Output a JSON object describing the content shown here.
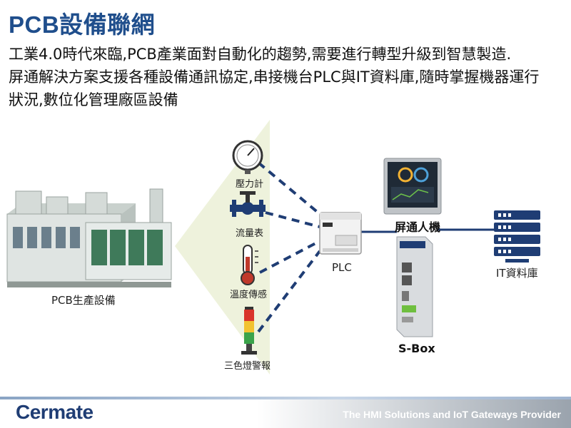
{
  "title": "PCB設備聯網",
  "description": [
    "工業4.0時代來臨,PCB產業面對自動化的趨勢,需要進行轉型升級到智慧製造.",
    "屏通解決方案支援各種設備通訊協定,串接機台PLC與IT資料庫,隨時掌握機器運行",
    "狀況,數位化管理廠區設備"
  ],
  "diagram": {
    "equipment_label": "PCB生產設備",
    "sensors": [
      {
        "label": "壓力計",
        "icon": "pressure-gauge-icon"
      },
      {
        "label": "流量表",
        "icon": "flow-valve-icon"
      },
      {
        "label": "溫度傳感",
        "icon": "thermometer-icon"
      },
      {
        "label": "三色燈警報",
        "icon": "tower-light-icon"
      }
    ],
    "plc_label": "PLC",
    "hmi_label": "屏通人機",
    "sbox_label": "S-Box",
    "it_label": "IT資料庫"
  },
  "footer": {
    "logo_text": "Cermate",
    "tagline": "The HMI Solutions and IoT Gateways Provider"
  },
  "colors": {
    "title": "#1f4e8c",
    "connector": "#1f3d74",
    "cone": "#eef2dc",
    "logo": "#1f3d74",
    "logo_accent": "#6fbf3f"
  }
}
